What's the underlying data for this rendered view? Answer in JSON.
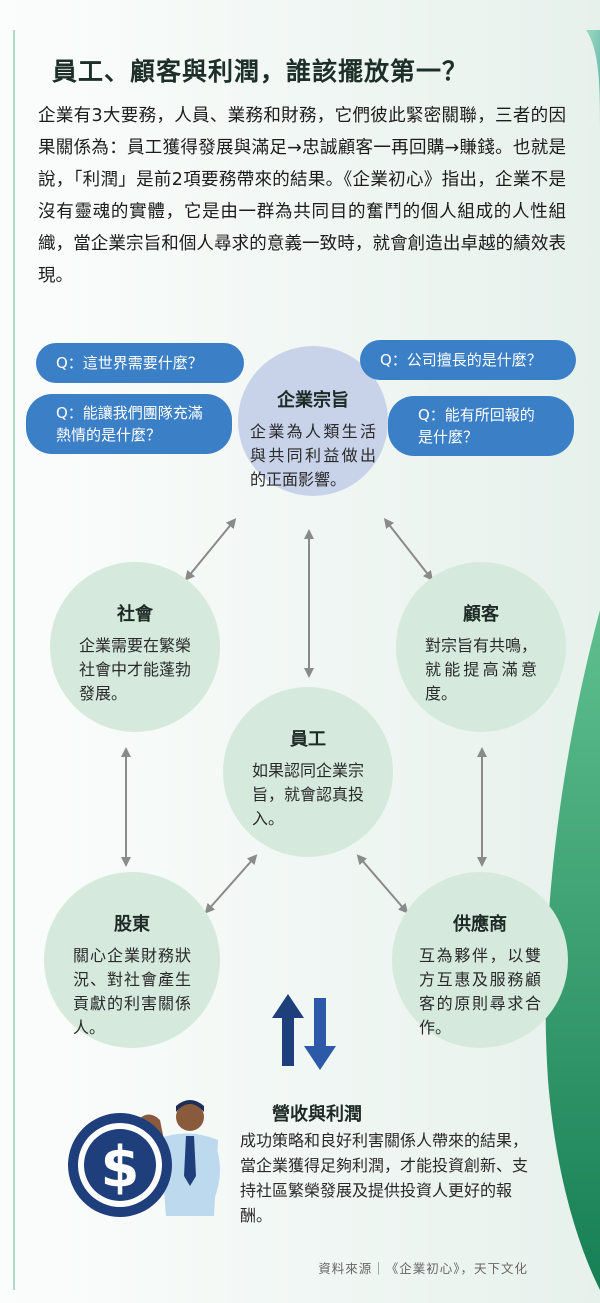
{
  "title": "員工、顧客與利潤，誰該擺放第一？",
  "intro": "企業有3大要務，人員、業務和財務，它們彼此緊密關聯，三者的因果關係為：員工獲得發展與滿足→忠誠顧客一再回購→賺錢。也就是說，「利潤」是前2項要務帶來的結果。《企業初心》指出，企業不是沒有靈魂的實體，它是由一群為共同目的奮鬥的個人組成的人性組織，當企業宗旨和個人尋求的意義一致時，就會創造出卓越的績效表現。",
  "questions": [
    "Q：這世界需要什麼？",
    "Q：能讓我們團隊充滿熱情的是什麼？",
    "Q：公司擅長的是什麼？",
    "Q：能有所回報的是什麼？"
  ],
  "nodes": {
    "purpose": {
      "title": "企業宗旨",
      "body": "企業為人類生活與共同利益做出的正面影響。"
    },
    "society": {
      "title": "社會",
      "body": "企業需要在繁榮社會中才能蓬勃發展。"
    },
    "customer": {
      "title": "顧客",
      "body": "對宗旨有共鳴，就能提高滿意度。"
    },
    "employee": {
      "title": "員工",
      "body": "如果認同企業宗旨，就會認真投入。"
    },
    "shareholder": {
      "title": "股東",
      "body": "關心企業財務狀況、對社會產生貢獻的利害關係人。"
    },
    "supplier": {
      "title": "供應商",
      "body": "互為夥伴，以雙方互惠及服務顧客的原則尋求合作。"
    }
  },
  "profit": {
    "title": "營收與利潤",
    "body": "成功策略和良好利害關係人帶來的結果，當企業獲得足夠利潤，才能投資創新、支持社區繁榮發展及提供投資人更好的報酬。"
  },
  "dollar_symbol": "$",
  "source": "資料來源｜《企業初心》，天下文化",
  "colors": {
    "bubble_blue": "#3b7fc6",
    "circle_green": "#d5eadc",
    "circle_blue": "#c8d3ea",
    "accent_green": "#2e9a67",
    "arrow_gray": "#8a8a8a",
    "arrow_navy": "#1f3f7c"
  }
}
